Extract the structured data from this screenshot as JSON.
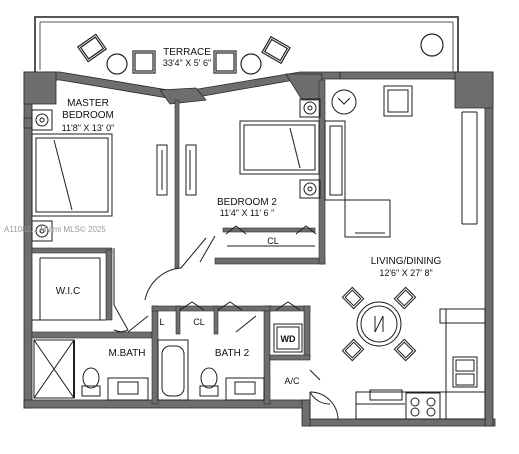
{
  "rooms": {
    "terrace": {
      "name": "TERRACE",
      "dims": "33'4\" X 5' 6\""
    },
    "master_bedroom": {
      "name_line1": "MASTER",
      "name_line2": "BEDROOM",
      "dims": "11'8\" X 13' 0\""
    },
    "bedroom2": {
      "name": "BEDROOM 2",
      "dims": "11'4\" X 11' 6 \""
    },
    "living": {
      "name": "LIVING/DINING",
      "dims": "12'6\" X 27' 8\""
    },
    "wic": {
      "name": "W.I.C"
    },
    "mbath": {
      "name": "M.BATH"
    },
    "bath2": {
      "name": "BATH 2"
    },
    "closet_b2": {
      "name": "CL"
    },
    "linen": {
      "name": "L"
    },
    "closet_hall": {
      "name": "CL"
    },
    "wd": {
      "name": "WD"
    },
    "ac": {
      "name": "A/C"
    }
  },
  "watermark": "A11082... Miami MLS© 2025",
  "colors": {
    "wall": "#6e6e6e",
    "wall_edge": "#2b2b2b",
    "line": "#1e1e1e",
    "paper": "#ffffff"
  }
}
